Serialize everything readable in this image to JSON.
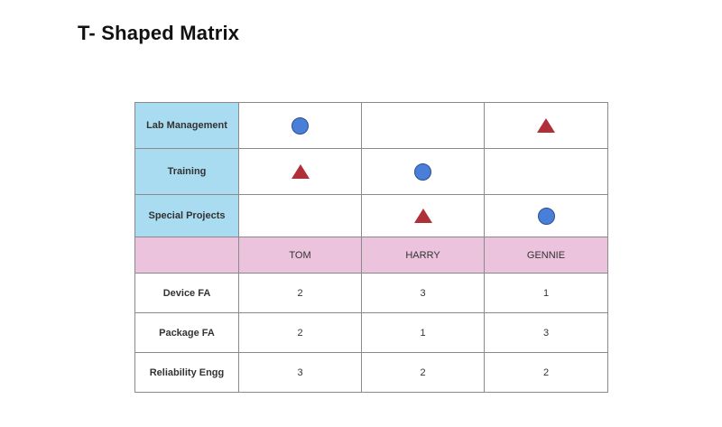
{
  "title": "T- Shaped Matrix",
  "skills": [
    {
      "label": "Lab Management",
      "marks": [
        "circle",
        "",
        "triangle"
      ]
    },
    {
      "label": "Training",
      "marks": [
        "triangle",
        "circle",
        ""
      ]
    },
    {
      "label": "Special Projects",
      "marks": [
        "",
        "triangle",
        "circle"
      ]
    }
  ],
  "people": [
    "TOM",
    "HARRY",
    "GENNIE"
  ],
  "scores": [
    {
      "label": "Device FA",
      "values": [
        "2",
        "3",
        "1"
      ]
    },
    {
      "label": "Package FA",
      "values": [
        "2",
        "1",
        "3"
      ]
    },
    {
      "label": "Reliability Engg",
      "values": [
        "3",
        "2",
        "2"
      ]
    }
  ],
  "colors": {
    "skill_header": "#a9dcf0",
    "names_row": "#ecc3dc",
    "circle": "#4a7fd8",
    "triangle": "#b0303a"
  },
  "icons": {
    "circle": "blue-circle-icon",
    "triangle": "red-triangle-icon"
  }
}
